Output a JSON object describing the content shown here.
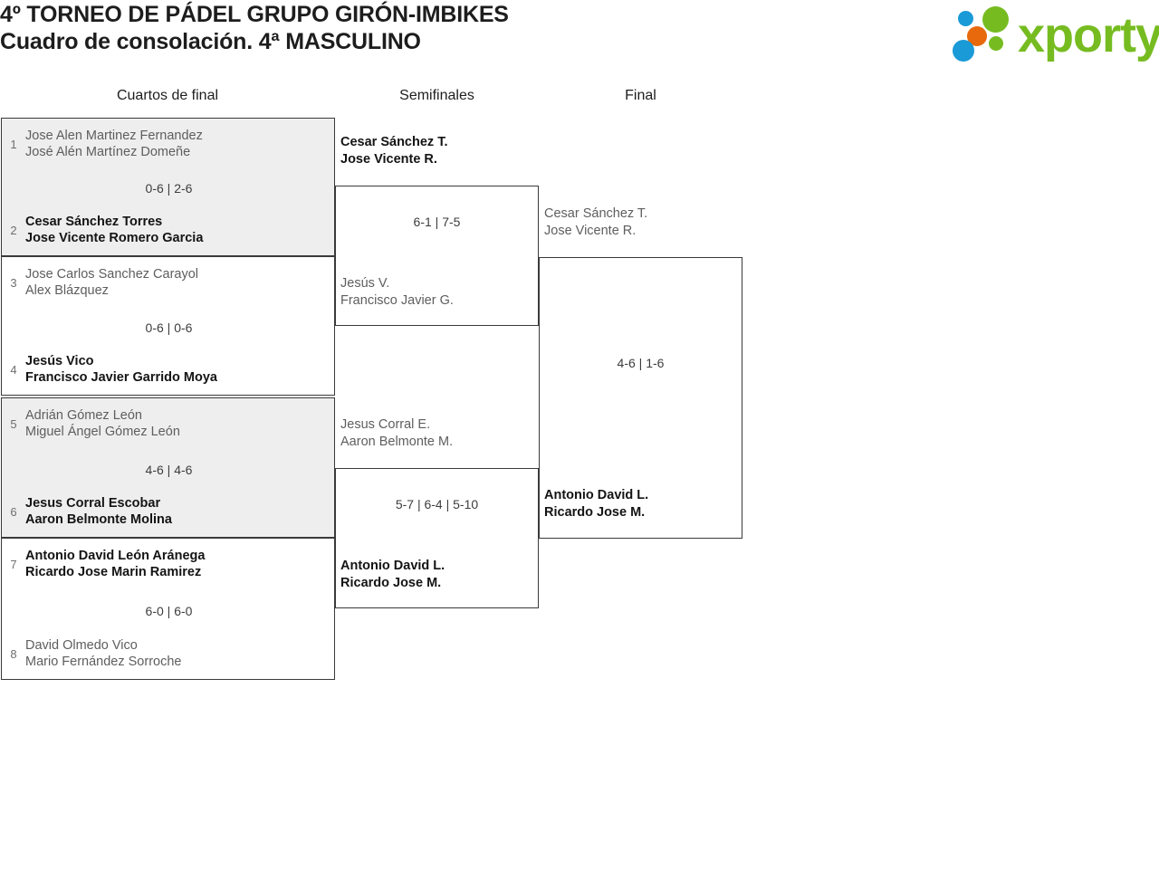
{
  "header": {
    "title_line1": "4º TORNEO DE PÁDEL GRUPO GIRÓN-IMBIKES",
    "title_line2": "Cuadro de consolación. 4ª MASCULINO",
    "logo_text": "xporty",
    "logo_colors": {
      "green": "#76bc21",
      "blue": "#1a9ad7",
      "orange": "#e8690b"
    }
  },
  "rounds": [
    {
      "key": "qf",
      "label": "Cuartos de final"
    },
    {
      "key": "sf",
      "label": "Semifinales"
    },
    {
      "key": "f",
      "label": "Final"
    }
  ],
  "quarterfinals": [
    {
      "shaded": true,
      "score": "0-6 | 2-6",
      "top": {
        "seed": "1",
        "p1": "Jose Alen Martinez Fernandez",
        "p2": "José Alén Martínez Domeñe",
        "result": "loser"
      },
      "bottom": {
        "seed": "2",
        "p1": "Cesar Sánchez Torres",
        "p2": "Jose Vicente Romero Garcia",
        "result": "winner"
      }
    },
    {
      "shaded": false,
      "score": "0-6 | 0-6",
      "top": {
        "seed": "3",
        "p1": "Jose Carlos Sanchez Carayol",
        "p2": "Alex Blázquez",
        "result": "loser"
      },
      "bottom": {
        "seed": "4",
        "p1": "Jesús Vico",
        "p2": "Francisco Javier Garrido Moya",
        "result": "winner"
      }
    },
    {
      "shaded": true,
      "score": "4-6 | 4-6",
      "top": {
        "seed": "5",
        "p1": "Adrián Gómez León",
        "p2": "Miguel Ángel Gómez León",
        "result": "loser"
      },
      "bottom": {
        "seed": "6",
        "p1": "Jesus Corral Escobar",
        "p2": "Aaron Belmonte Molina",
        "result": "winner"
      }
    },
    {
      "shaded": false,
      "score": "6-0 | 6-0",
      "top": {
        "seed": "7",
        "p1": "Antonio David León Aránega",
        "p2": "Ricardo Jose Marin Ramirez",
        "result": "winner"
      },
      "bottom": {
        "seed": "8",
        "p1": "David Olmedo Vico",
        "p2": "Mario Fernández Sorroche",
        "result": "loser"
      }
    }
  ],
  "semifinals": [
    {
      "score": "6-1 | 7-5",
      "top": {
        "p1": "Cesar Sánchez T.",
        "p2": "Jose Vicente R.",
        "result": "winner"
      },
      "bottom": {
        "p1": "Jesús V.",
        "p2": "Francisco Javier G.",
        "result": "loser"
      }
    },
    {
      "score": "5-7 | 6-4 | 5-10",
      "top": {
        "p1": "Jesus Corral E.",
        "p2": "Aaron Belmonte M.",
        "result": "loser"
      },
      "bottom": {
        "p1": "Antonio David L.",
        "p2": "Ricardo Jose M.",
        "result": "winner"
      }
    }
  ],
  "final": {
    "score": "4-6 | 1-6",
    "top": {
      "p1": "Cesar Sánchez T.",
      "p2": "Jose Vicente R.",
      "result": "loser"
    },
    "bottom": {
      "p1": "Antonio David L.",
      "p2": "Ricardo Jose M.",
      "result": "winner"
    }
  }
}
